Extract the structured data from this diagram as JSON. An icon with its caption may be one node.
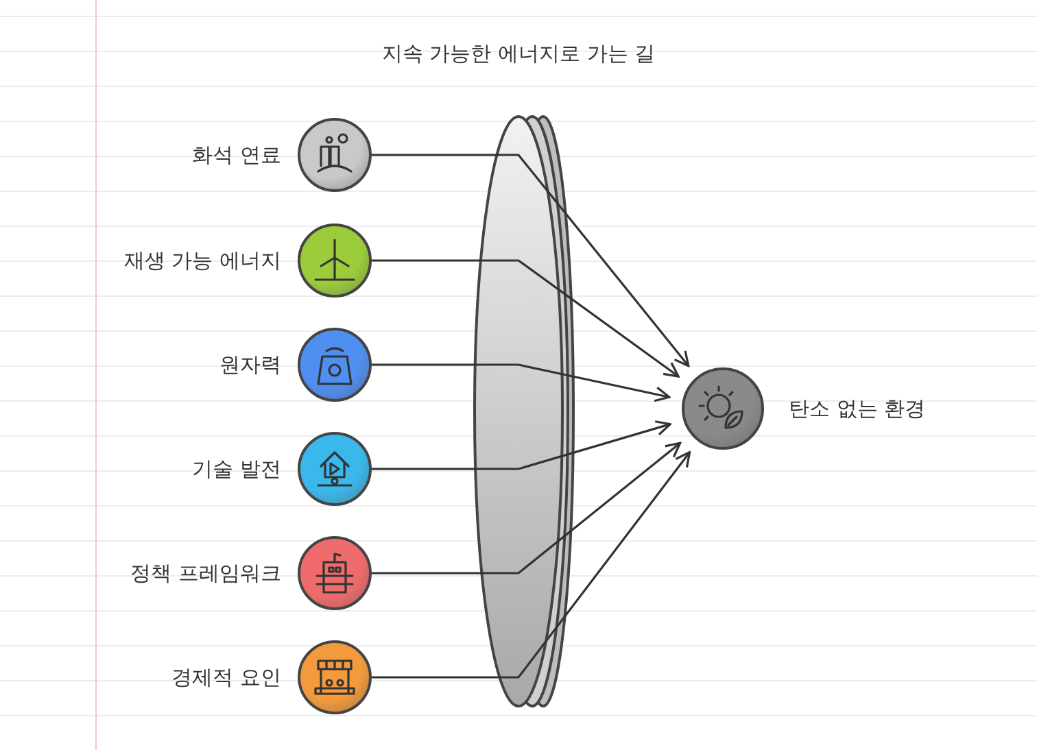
{
  "diagram": {
    "title": "지속 가능한 에너지로 가는 길",
    "nodes": [
      {
        "text": [
          "화석 연료"
        ]
      },
      {
        "text": [
          "재생 가능 에너지"
        ]
      },
      {
        "text": [
          "원자력"
        ]
      },
      {
        "text": [
          "기술 발전"
        ]
      },
      {
        "text": [
          "정책 프레임워크"
        ]
      },
      {
        "text": [
          "경제적 요인"
        ]
      },
      {
        "text": [
          "탄소 없는 환경"
        ]
      }
    ],
    "edges": [
      {
        "from": 0,
        "to": 6,
        "arrow": "to"
      },
      {
        "from": 1,
        "to": 6,
        "arrow": "to"
      },
      {
        "from": 2,
        "to": 6,
        "arrow": "to"
      },
      {
        "from": 3,
        "to": 6,
        "arrow": "to"
      },
      {
        "from": 4,
        "to": 6,
        "arrow": "to"
      },
      {
        "from": 5,
        "to": 6,
        "arrow": "to"
      }
    ]
  }
}
